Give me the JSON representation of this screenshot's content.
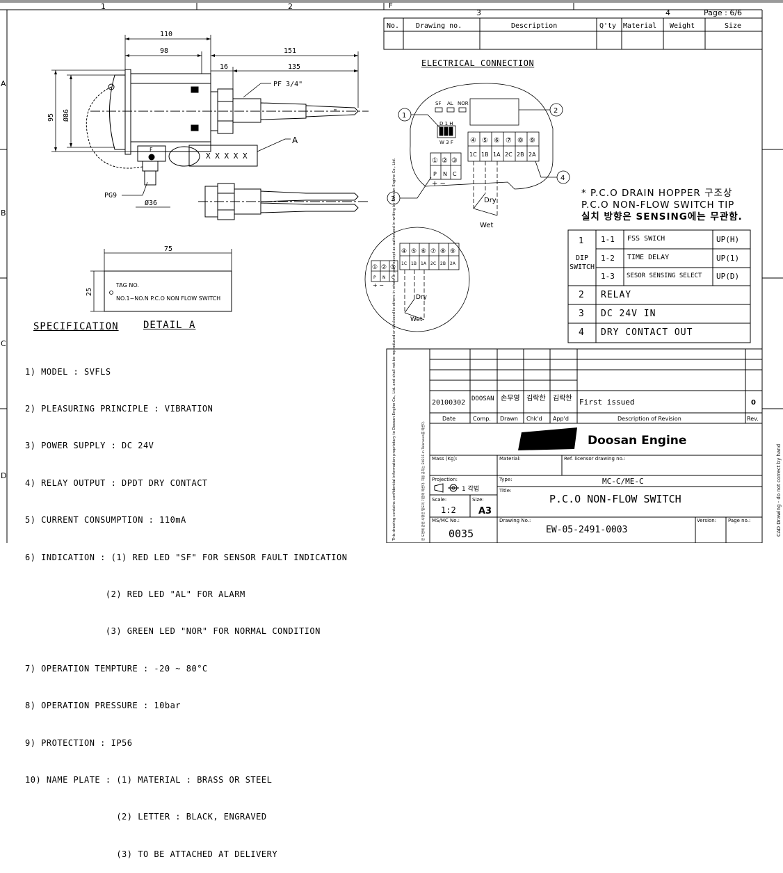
{
  "frame": {
    "col_labels": [
      "1",
      "2",
      "3",
      "4"
    ],
    "row_labels": [
      "A",
      "B",
      "C",
      "D"
    ],
    "page": "Page : 6/6",
    "corner_letter": "F"
  },
  "parts_list": {
    "headers": [
      "No.",
      "Drawing no.",
      "Description",
      "Q'ty",
      "Material",
      "Weight",
      "Size"
    ]
  },
  "dimensions": {
    "d110": "110",
    "d98": "98",
    "d151": "151",
    "d16": "16",
    "d135": "135",
    "d95": "95",
    "d86": "Ø86",
    "d36": "Ø36",
    "d75": "75",
    "d25": "25",
    "pf": "PF 3/4\"",
    "pg9": "PG9",
    "tagA": "A",
    "xxxxx": "X X X X X"
  },
  "tag_plate": {
    "line1": "TAG NO.",
    "line2": "NO.1~NO.N P.C.O NON FLOW SWITCH"
  },
  "titles": {
    "specification": "SPECIFICATION",
    "detail_a": "DETAIL A",
    "electrical": "ELECTRICAL CONNECTION"
  },
  "spec_lines": [
    "1) MODEL : SVFLS",
    "2) PLEASURING PRINCIPLE : VIBRATION",
    "3) POWER SUPPLY : DC 24V",
    "4) RELAY OUTPUT : DPDT DRY CONTACT",
    "5) CURRENT CONSUMPTION : 110mA",
    "6) INDICATION : (1) RED LED \"SF\" FOR SENSOR FAULT INDICATION",
    "               (2) RED LED \"AL\" FOR ALARM",
    "               (3) GREEN LED \"NOR\" FOR NORMAL CONDITION",
    "7) OPERATION TEMPTURE : -20 ~ 80°C",
    "8) OPERATION PRESSURE : 10bar",
    "9) PROTECTION : IP56",
    "10) NAME PLATE : (1) MATERIAL : BRASS OR STEEL",
    "                 (2) LETTER : BLACK, ENGRAVED",
    "                 (3) TO BE ATTACHED AT DELIVERY"
  ],
  "electrical": {
    "leds": [
      "SF",
      "AL",
      "NOR"
    ],
    "dip_top": "D 1 H",
    "dip_bottom": "W 3 F",
    "terminals_top": [
      "④",
      "⑤",
      "⑥",
      "⑦",
      "⑧",
      "⑨"
    ],
    "terminals_bottom": [
      "1C",
      "1B",
      "1A",
      "2C",
      "2B",
      "2A"
    ],
    "power_top": [
      "①",
      "②",
      "③"
    ],
    "power_bottom": [
      "P",
      "N",
      "C"
    ],
    "plus_minus": "+ −",
    "dry": "Dry",
    "wet": "Wet",
    "callouts": [
      "1",
      "2",
      "3",
      "4"
    ]
  },
  "note": {
    "line1": "* P.C.O DRAIN HOPPER 구조상",
    "line2": "P.C.O NON-FLOW SWITCH TIP",
    "line3": "실치 방향은 SENSING에는 무관함."
  },
  "legend_table": {
    "rows": [
      {
        "no": "1",
        "sub": "1-1",
        "desc": "FSS SWICH",
        "val": "UP(H)"
      },
      {
        "no": "DIP SWITCH",
        "sub": "1-2",
        "desc": "TIME DELAY",
        "val": "UP(1)"
      },
      {
        "no": "",
        "sub": "1-3",
        "desc": "SESOR SENSING SELECT",
        "val": "UP(D)"
      },
      {
        "no": "2",
        "desc": "RELAY"
      },
      {
        "no": "3",
        "desc": "DC 24V IN"
      },
      {
        "no": "4",
        "desc": "DRY CONTACT OUT"
      }
    ]
  },
  "title_block": {
    "side_note": "This drawing contains confidential information proprietary to Doosan Engine Co., Ltd. and shall not be reproduced or disclosed to others in whole or part except as authorized in writing by Doosan Engine Co., Ltd.",
    "side_note2": "본 도면에 관련 사항은 별도의 기준에 따른다. 허용 공차는 EN21F-m Tolerance를 따른다.",
    "revision": {
      "date": "20100302",
      "comp": "DOOSAN",
      "drawn": "손무영",
      "chkd": "김락한",
      "appd": "김락한",
      "desc": "First issued",
      "rev": "0"
    },
    "rev_headers": [
      "Date",
      "Comp.",
      "Drawn",
      "Chk'd",
      "App'd",
      "Description of Revision",
      "Rev."
    ],
    "logo": "DOOSAN",
    "company": "Doosan Engine",
    "mass_label": "Mass (Kg):",
    "material_label": "Material:",
    "ref_label": "Ref. licensor drawing no.:",
    "projection_label": "Projection:",
    "projection_val": "1 각법",
    "type_label": "Type:",
    "type_val": "MC-C/ME-C",
    "title_label": "Title:",
    "title_val": "P.C.O NON-FLOW SWITCH",
    "scale_label": "Scale:",
    "scale_val": "1:2",
    "size_label": "Size:",
    "size_val": "A3",
    "msmc_label": "MS/MC No.:",
    "msmc_val": "0035",
    "drawing_label": "Drawing No.:",
    "drawing_val": "EW-05-2491-0003",
    "version_label": "Version:",
    "page_label": "Page no.:",
    "cad_note": "CAD Drawing - do not correct by hand"
  }
}
